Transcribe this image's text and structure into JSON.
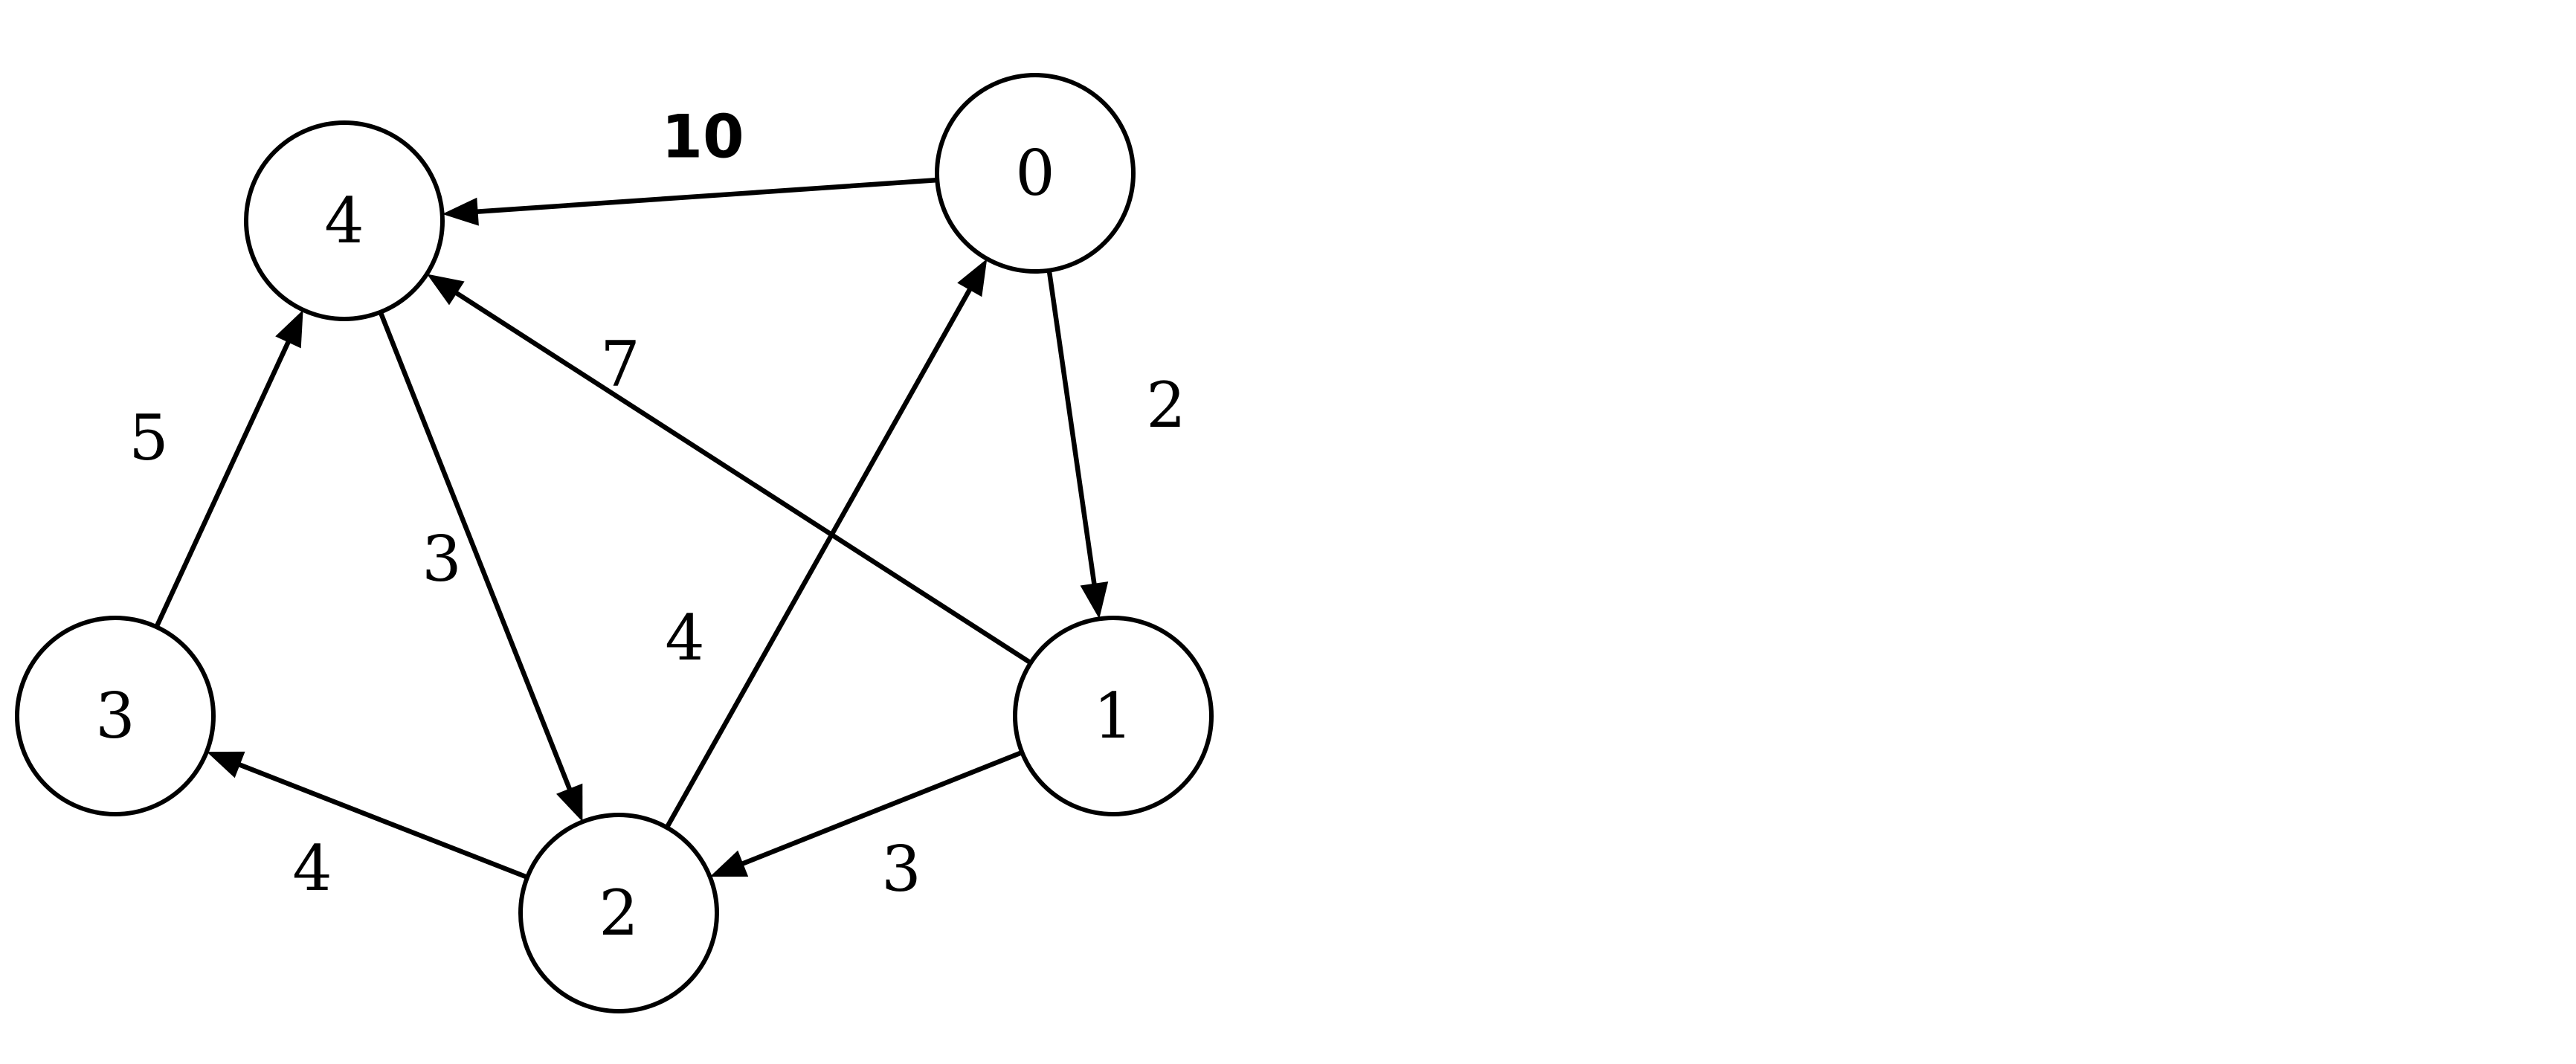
{
  "graph": {
    "directed": true,
    "nodes": [
      {
        "id": "0",
        "label": "0"
      },
      {
        "id": "1",
        "label": "1"
      },
      {
        "id": "2",
        "label": "2"
      },
      {
        "id": "3",
        "label": "3"
      },
      {
        "id": "4",
        "label": "4"
      }
    ],
    "edges": [
      {
        "from": "0",
        "to": "4",
        "weight": "10",
        "emphasis": "bold"
      },
      {
        "from": "0",
        "to": "1",
        "weight": "2"
      },
      {
        "from": "1",
        "to": "4",
        "weight": "7"
      },
      {
        "from": "1",
        "to": "2",
        "weight": "3"
      },
      {
        "from": "2",
        "to": "0",
        "weight": "4"
      },
      {
        "from": "2",
        "to": "3",
        "weight": "4"
      },
      {
        "from": "4",
        "to": "2",
        "weight": "3"
      },
      {
        "from": "3",
        "to": "4",
        "weight": "5"
      }
    ]
  }
}
